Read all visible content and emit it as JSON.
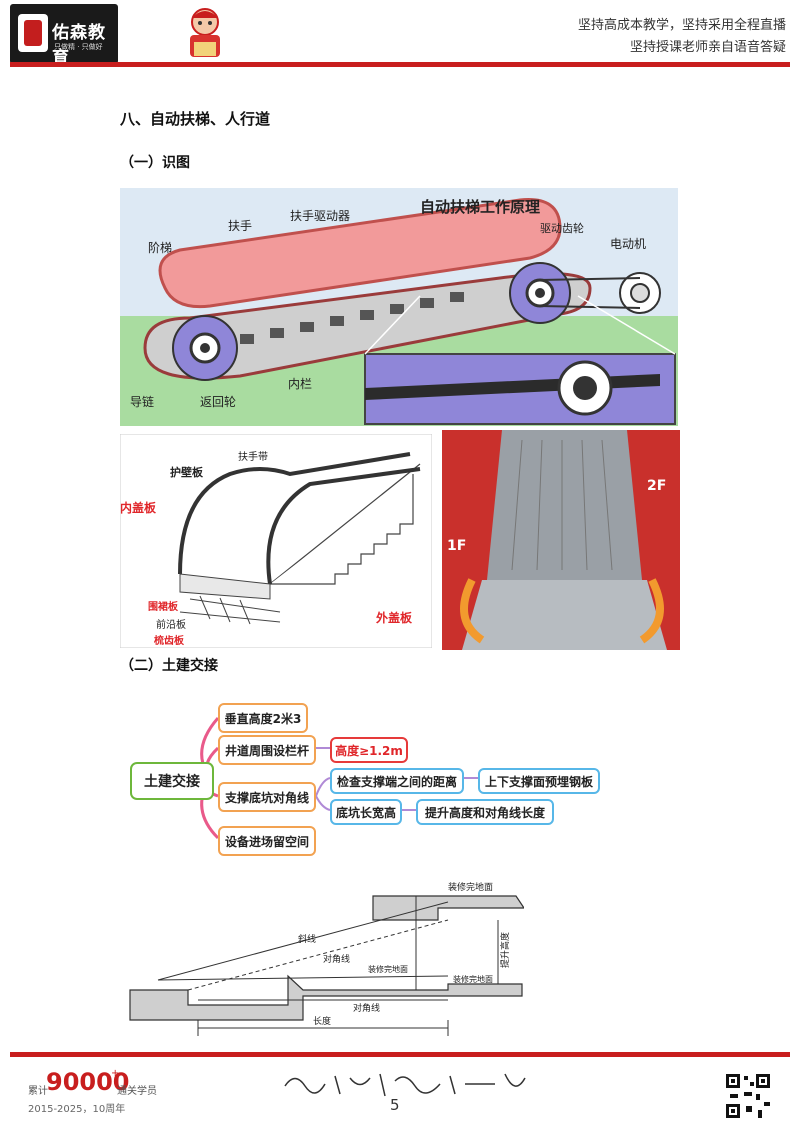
{
  "header": {
    "brand": "佑森教育",
    "brand_tagline": "只做精 · 只做好",
    "line1": "坚持高成本教学，坚持采用全程直播",
    "line2": "坚持授课老师亲自语音答疑",
    "accent_color": "#c81e1e"
  },
  "section_title": "八、自动扶梯、人行道",
  "sub1": "（一）识图",
  "diagram1": {
    "title": "自动扶梯工作原理",
    "labels": {
      "handrail": "扶手",
      "handrail_driver": "扶手驱动器",
      "steps": "阶梯",
      "drive_sprocket": "驱动齿轮",
      "motor": "电动机",
      "guide_chain": "导链",
      "return_wheel": "返回轮",
      "inner_rail": "内栏"
    }
  },
  "diagram2": {
    "labels": {
      "handrail_belt": "扶手带",
      "guard_panel": "护壁板",
      "inner_cover": "内盖板",
      "skirt_panel": "围裙板",
      "front_panel": "前沿板",
      "comb_plate": "梳齿板",
      "outer_cover": "外盖板"
    }
  },
  "photo": {
    "floor_left": "1F",
    "floor_right": "2F"
  },
  "sub2": "（二）土建交接",
  "mindmap": {
    "root": "土建交接",
    "n1": "垂直高度2米3",
    "n2": "井道周围设栏杆",
    "n2_detail": "高度≥1.2m",
    "n3": "支撑底坑对角线",
    "n3a": "检查支撑端之间的距离",
    "n3a_detail": "上下支撑面预埋钢板",
    "n3b": "底坑长宽高",
    "n3b_detail": "提升高度和对角线长度",
    "n4": "设备进场留空间"
  },
  "diagram3": {
    "top_floor": "装修完地面",
    "slope": "斜线",
    "diagonal_upper": "对角线",
    "mid_floor": "装修完地面",
    "bottom_floor": "装修完地面",
    "lift_height": "提升高度",
    "diagonal_lower": "对角线",
    "length": "长度"
  },
  "footer": {
    "count_prefix": "累计",
    "count": "90000",
    "count_sup": "+",
    "count_suffix": "通关学员",
    "years": "2015-2025，10周年",
    "page": "5",
    "signature": "专业专注 精益求精 一起学"
  }
}
